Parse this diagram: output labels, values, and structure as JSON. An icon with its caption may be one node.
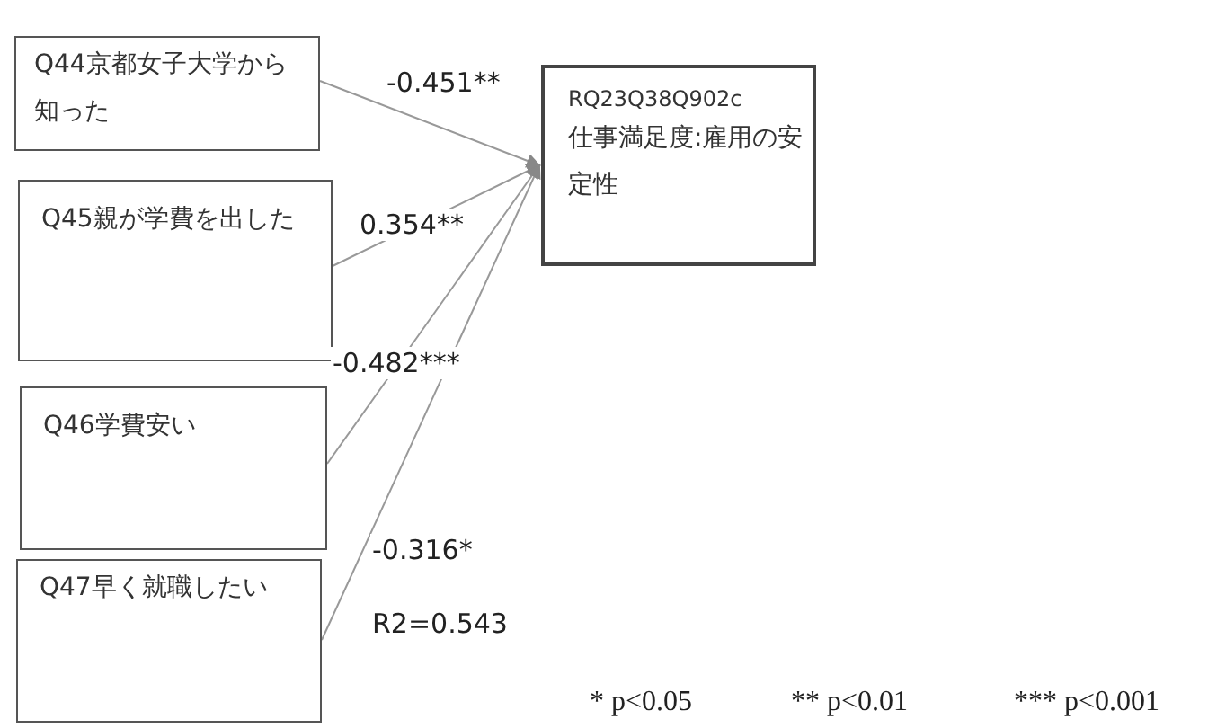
{
  "diagram": {
    "nodes": [
      {
        "text": [
          "Q44京都女子大学から知った"
        ]
      },
      {
        "text": [
          "Q45親が学費を出した"
        ]
      },
      {
        "text": [
          "Q46学費安い"
        ]
      },
      {
        "text": [
          "Q47早く就職したい"
        ]
      },
      {
        "text": [
          "RQ23Q38Q902c",
          "仕事満足度:雇用の安定性"
        ]
      }
    ],
    "edges": [
      {
        "from": 0,
        "to": 4,
        "arrow": "to",
        "label": "-0.451**"
      },
      {
        "from": 1,
        "to": 4,
        "arrow": "to",
        "label": "0.354**"
      },
      {
        "from": 2,
        "to": 4,
        "arrow": "to",
        "label": "-0.482***"
      },
      {
        "from": 3,
        "to": 4,
        "arrow": "to",
        "label": "-0.316*"
      }
    ],
    "labels": [
      "R2=0.543",
      "* p<0.05",
      "** p<0.01",
      "*** p<0.001"
    ]
  }
}
